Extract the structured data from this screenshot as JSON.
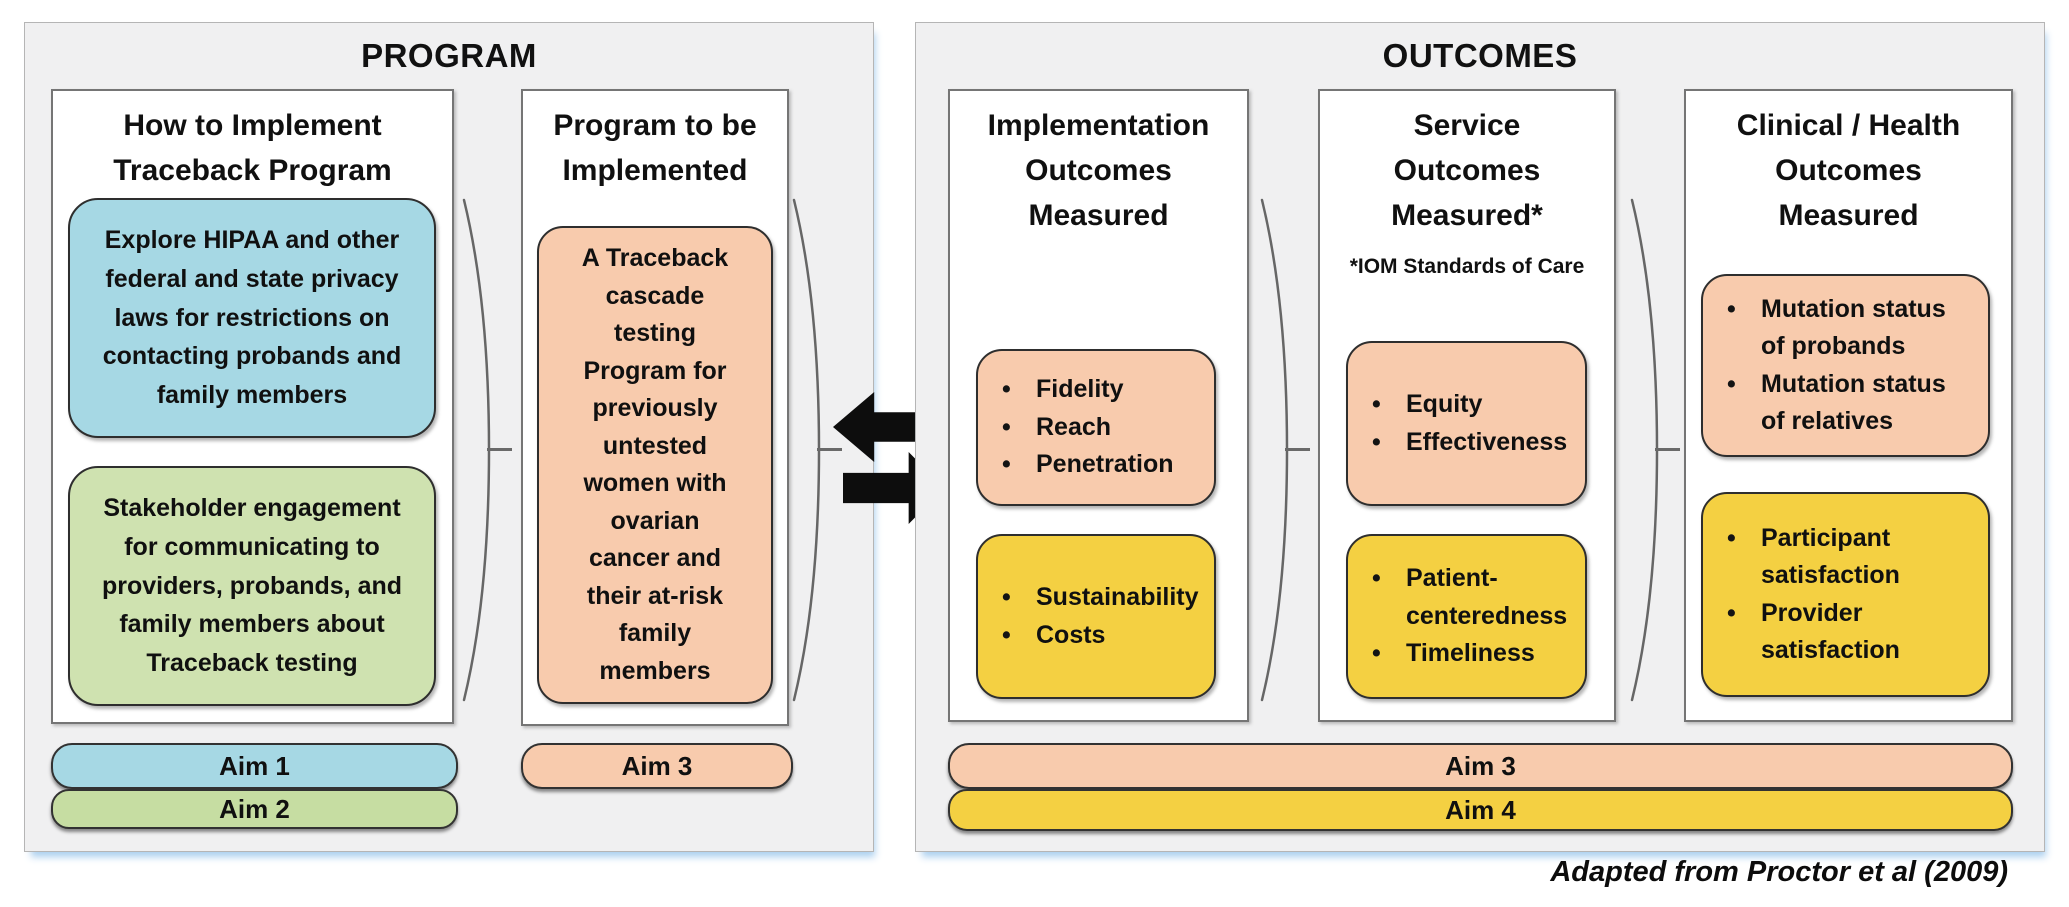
{
  "program_panel": {
    "title": "PROGRAM",
    "col_how": {
      "heading": "How to Implement\nTraceback Program",
      "blue_box": "Explore HIPAA and other\nfederal and state privacy\nlaws for restrictions on\ncontacting probands and\nfamily members",
      "green_box": "Stakeholder engagement\nfor communicating to\nproviders, probands, and\nfamily members about\nTraceback testing",
      "aim1": "Aim 1",
      "aim2": "Aim 2"
    },
    "col_program": {
      "heading": "Program to be\nImplemented",
      "peach_box": "A Traceback\ncascade\ntesting\nProgram for\npreviously\nuntested\nwomen with\novarian\ncancer and\ntheir at-risk\nfamily\nmembers",
      "aim3": "Aim 3"
    }
  },
  "outcomes_panel": {
    "title": "OUTCOMES",
    "col_implementation": {
      "heading": "Implementation\nOutcomes\nMeasured",
      "peach_bullets": [
        "Fidelity",
        "Reach",
        "Penetration"
      ],
      "yellow_bullets": [
        "Sustainability",
        "Costs"
      ]
    },
    "col_service": {
      "heading": "Service\nOutcomes\nMeasured*",
      "note": "*IOM Standards of Care",
      "peach_bullets": [
        "Equity",
        "Effectiveness"
      ],
      "yellow_bullets": [
        "Patient-\ncenteredness",
        "Timeliness"
      ]
    },
    "col_clinical": {
      "heading": "Clinical / Health\nOutcomes\nMeasured",
      "peach_bullets": [
        "Mutation status\nof probands",
        "Mutation status\nof relatives"
      ],
      "yellow_bullets": [
        "Participant\nsatisfaction",
        "Provider\nsatisfaction"
      ]
    },
    "aim3": "Aim 3",
    "aim4": "Aim 4"
  },
  "attribution": "Adapted from Proctor et al (2009)",
  "icons": {
    "bracket": "right-parenthesis-bracket",
    "arrow_left": "black-block-arrow-left",
    "arrow_right": "black-block-arrow-right"
  },
  "colors": {
    "blue": "#a6d8e4",
    "green": "#cfe2b0",
    "green_pill": "#c6dda2",
    "peach": "#f8cbad",
    "yellow": "#f4d042",
    "panel_bg": "#f0f0f1",
    "border_dark": "#2e2e2e",
    "line": "#6a6a6a",
    "arrow": "#0d0d0d"
  }
}
